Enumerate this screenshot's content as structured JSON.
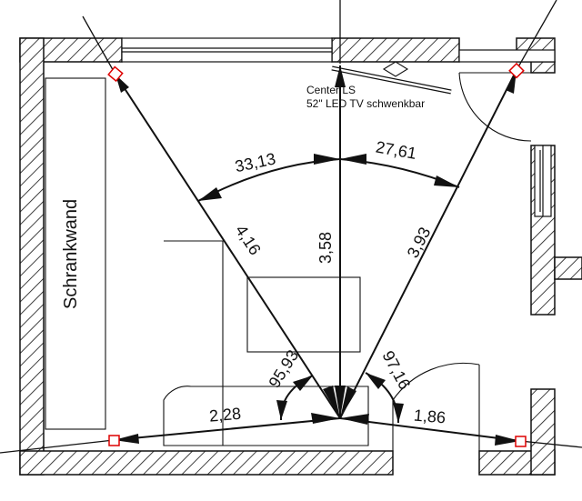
{
  "labels": {
    "center": "Center LS",
    "tv": "52\" LED TV schwenkbar",
    "wardrobe": "Schrankwand"
  },
  "dimensions": {
    "angle_left": "33,13",
    "angle_right": "27,61",
    "dist_front_left": "4,16",
    "dist_center": "3,58",
    "dist_front_right": "3,93",
    "angle_rear_left": "95,93",
    "angle_rear_right": "97,16",
    "dist_rear_left": "2,28",
    "dist_rear_right": "1,86"
  },
  "colors": {
    "lines": "#111111",
    "speaker_markers": "#dd0000"
  }
}
